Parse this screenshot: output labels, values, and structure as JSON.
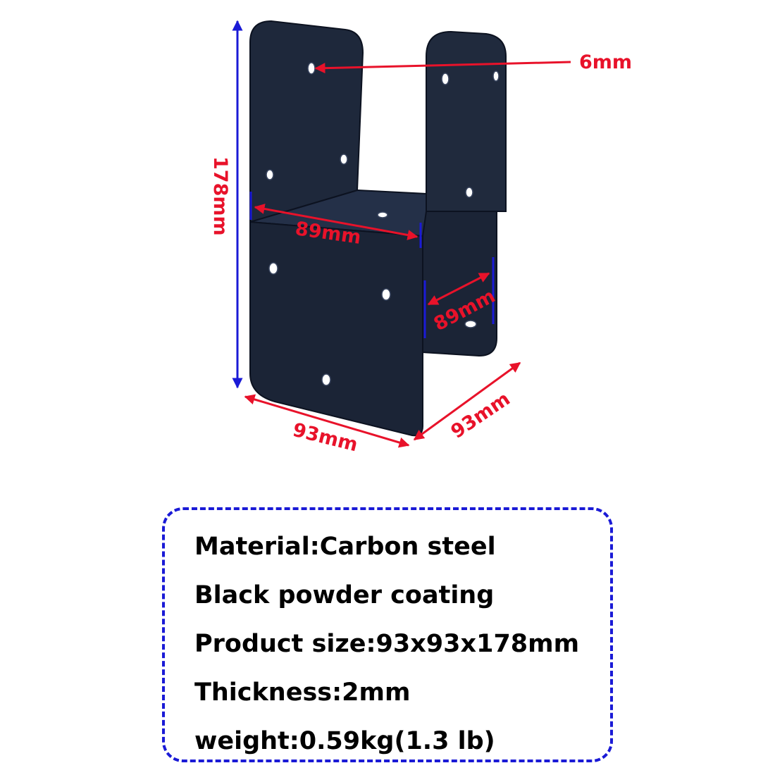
{
  "colors": {
    "bracket": "#1b2436",
    "bracket_edge": "#0c1220",
    "dimension_red": "#e8122a",
    "dimension_blue": "#1a1ad6",
    "spec_text": "#000000"
  },
  "dimensions": {
    "hole_diameter": "6mm",
    "height": "178mm",
    "inner_width": "89mm",
    "inner_depth": "89mm",
    "outer_width": "93mm",
    "outer_depth": "93mm"
  },
  "specs": [
    {
      "label": "Material:Carbon steel"
    },
    {
      "label": "Black powder coating"
    },
    {
      "label": "Product size:93x93x178mm"
    },
    {
      "label": "Thickness:2mm"
    },
    {
      "label": "weight:0.59kg(1.3 lb)"
    }
  ]
}
